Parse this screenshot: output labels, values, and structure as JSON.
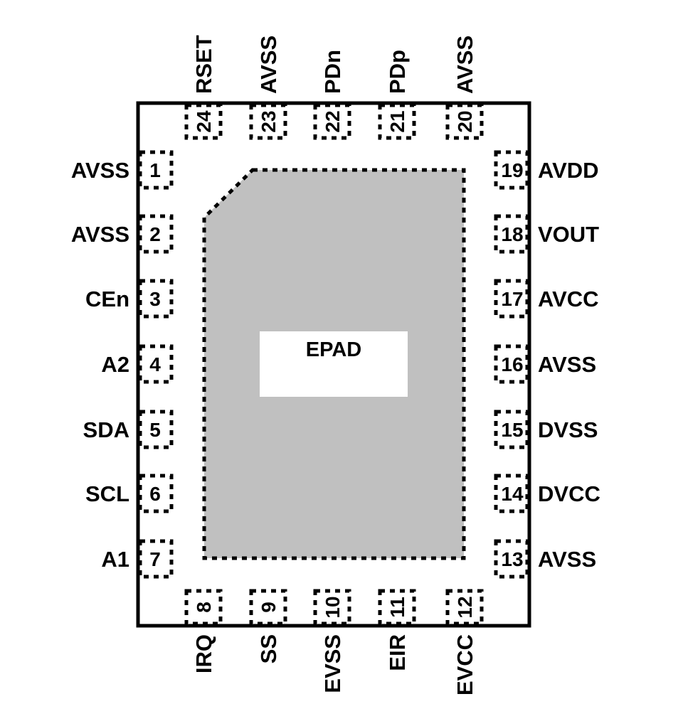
{
  "pins": {
    "left": [
      {
        "number": "1",
        "name": "AVSS"
      },
      {
        "number": "2",
        "name": "AVSS"
      },
      {
        "number": "3",
        "name": "CEn"
      },
      {
        "number": "4",
        "name": "A2"
      },
      {
        "number": "5",
        "name": "SDA"
      },
      {
        "number": "6",
        "name": "SCL"
      },
      {
        "number": "7",
        "name": "A1"
      }
    ],
    "bottom": [
      {
        "number": "8",
        "name": "IRQ"
      },
      {
        "number": "9",
        "name": "SS"
      },
      {
        "number": "10",
        "name": "EVSS"
      },
      {
        "number": "11",
        "name": "EIR"
      },
      {
        "number": "12",
        "name": "EVCC"
      }
    ],
    "right": [
      {
        "number": "13",
        "name": "AVSS"
      },
      {
        "number": "14",
        "name": "DVCC"
      },
      {
        "number": "15",
        "name": "DVSS"
      },
      {
        "number": "16",
        "name": "AVSS"
      },
      {
        "number": "17",
        "name": "AVCC"
      },
      {
        "number": "18",
        "name": "VOUT"
      },
      {
        "number": "19",
        "name": "AVDD"
      }
    ],
    "top": [
      {
        "number": "20",
        "name": "AVSS"
      },
      {
        "number": "21",
        "name": "PDp"
      },
      {
        "number": "22",
        "name": "PDn"
      },
      {
        "number": "23",
        "name": "AVSS"
      },
      {
        "number": "24",
        "name": "RSET"
      }
    ]
  },
  "epad": {
    "label": "EPAD",
    "fill_color": "#c0c0c0"
  },
  "package": {
    "outline_color": "#000000"
  }
}
